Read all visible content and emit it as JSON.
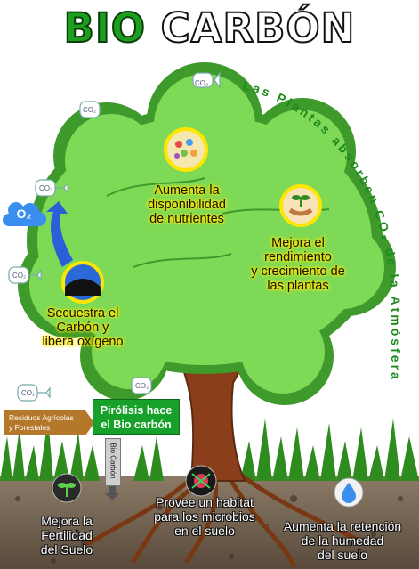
{
  "title": {
    "part1": "BIO",
    "part2": "CARBÓN"
  },
  "arc_text": "Las Plantas absorben CO₂ de la Atmósfera",
  "o2_label": "O₂",
  "co2_label": "CO₂",
  "labels": {
    "nutrients": [
      "Aumenta la",
      "disponibilidad",
      "de nutrientes"
    ],
    "yield": [
      "Mejora el",
      "rendimiento",
      "y crecimiento de",
      "las plantas"
    ],
    "carbon": [
      "Secuestra el",
      "Carbón y",
      "libera oxígeno"
    ],
    "habitat": [
      "Provee un habitat",
      "para los microbios",
      "en el suelo"
    ],
    "fertility": [
      "Mejora la",
      "Fertilidad",
      "del Suelo"
    ],
    "retention": [
      "Aumenta la retención",
      "de la humedad",
      "del suelo"
    ]
  },
  "residues": [
    "Residuos Agrícolas",
    "y Forestales"
  ],
  "pyrolysis": [
    "Pirólisis hace",
    "el Bio carbón"
  ],
  "biochar_vertical": "Bio Carbón",
  "colors": {
    "canopy": "#7ed957",
    "canopy_dark": "#3f9a2c",
    "trunk": "#8a3f1a",
    "soil": "#6b5a4a",
    "accent_green": "#1e9e1e"
  }
}
